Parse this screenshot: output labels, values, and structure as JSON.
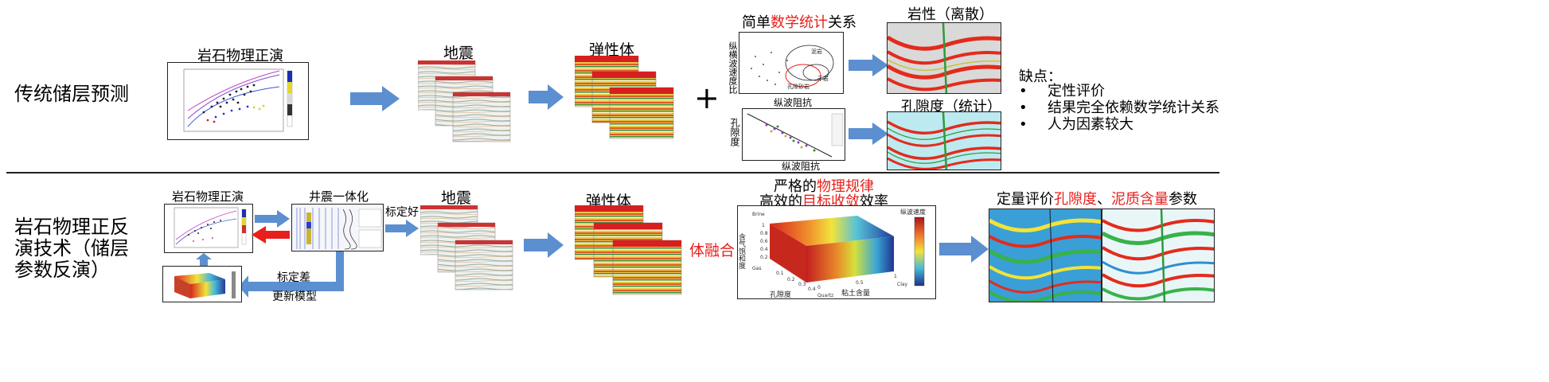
{
  "top": {
    "row_label": "传统储层预测",
    "rock_physics_title": "岩石物理正演",
    "seismic_label": "地震",
    "elastic_label": "弹性体",
    "plus_sign": "+",
    "stat_title_prefix": "简单",
    "stat_title_highlight": "数学统计",
    "stat_title_suffix": "关系",
    "scatter_ylabel": "纵横波速度比",
    "scatter_xlabel": "纵波阻抗",
    "cluster_mudstone": "泥岩",
    "cluster_dry": "干岩",
    "cluster_pore": "孔隙砂岩",
    "porosity_ylabel": "孔隙度",
    "porosity_xlabel": "纵波阻抗",
    "lithology_title": "岩性（离散）",
    "porosity_title": "孔隙度（统计）",
    "drawbacks_title": "缺点：",
    "drawbacks": [
      "定性评价",
      "结果完全依赖数学统计关系",
      "人为因素较大"
    ]
  },
  "bottom": {
    "row_label_lines": [
      "岩石物理正反",
      "演技术（储层",
      "参数反演）"
    ],
    "rock_physics_title": "岩石物理正演",
    "well_tie_title": "井震一体化",
    "calibrated_good": "标定好",
    "calibrated_bad": "标定差",
    "update_model": "更新模型",
    "seismic_label": "地震",
    "elastic_label": "弹性体",
    "fusion_label": "体融合",
    "strict_prefix": "严格的",
    "strict_highlight": "物理规律",
    "efficient_prefix": "高效的",
    "efficient_highlight": "目标收敛",
    "efficient_suffix": "效率",
    "cube_colorbar_title": "纵波速度",
    "cube_z_label": "含气饱和度",
    "cube_z_top": "Brine",
    "cube_z_bottom": "Gas",
    "cube_x_label": "孔隙度",
    "cube_y_label": "粘土含量",
    "cube_y_end_top": "Clay",
    "cube_y_end_bottom": "Quartz",
    "cube_z_ticks": [
      "1",
      "0.8",
      "0.6",
      "0.4",
      "0.2"
    ],
    "cube_x_ticks": [
      "0.1",
      "0.2",
      "0.3",
      "0.4"
    ],
    "cube_y_ticks": [
      "0",
      "0.5",
      "1"
    ],
    "result_prefix": "定量评价",
    "result_h1": "孔隙度",
    "result_sep": "、",
    "result_h2": "泥质含量",
    "result_suffix": "参数"
  },
  "colors": {
    "accent_red": "#e8201c",
    "arrow_blue": "#5b8fd0",
    "red_arrow": "#e8201c"
  }
}
